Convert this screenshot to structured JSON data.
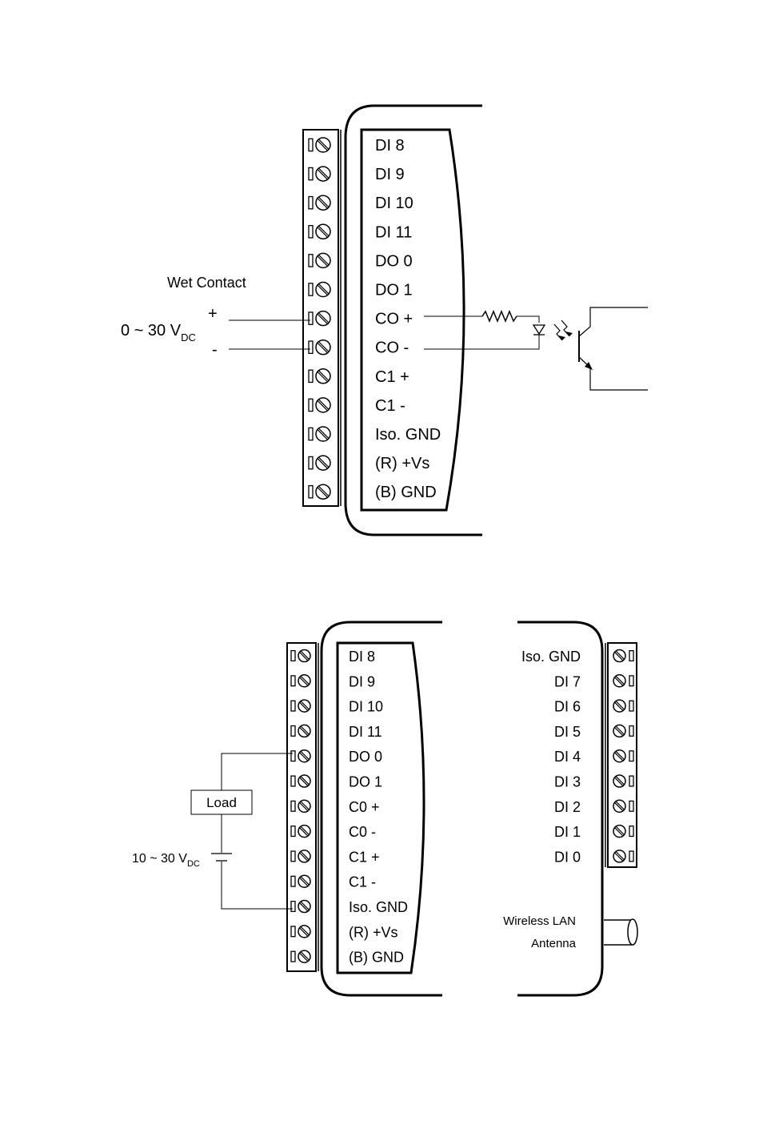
{
  "diagram1": {
    "pins": [
      "DI 8",
      "DI 9",
      "DI 10",
      "DI 11",
      "DO 0",
      "DO 1",
      "CO +",
      "CO -",
      "C1 +",
      "C1 -",
      "Iso. GND",
      "(R) +Vs",
      "(B) GND"
    ],
    "wet_contact_label": "Wet Contact",
    "plus_label": "+",
    "minus_label": "-",
    "voltage_main": "0 ~ 30 V",
    "voltage_sub": "DC"
  },
  "diagram2": {
    "left_pins": [
      "DI 8",
      "DI 9",
      "DI 10",
      "DI 11",
      "DO 0",
      "DO 1",
      "C0 +",
      "C0 -",
      "C1 +",
      "C1 -",
      "Iso. GND",
      "(R) +Vs",
      "(B) GND"
    ],
    "right_pins": [
      "Iso. GND",
      "DI 7",
      "DI 6",
      "DI 5",
      "DI 4",
      "DI 3",
      "DI 2",
      "DI 1",
      "DI 0"
    ],
    "load_label": "Load",
    "voltage_main": "10 ~ 30 V",
    "voltage_sub": "DC",
    "antenna_line1": "Wireless LAN",
    "antenna_line2": "Antenna"
  }
}
